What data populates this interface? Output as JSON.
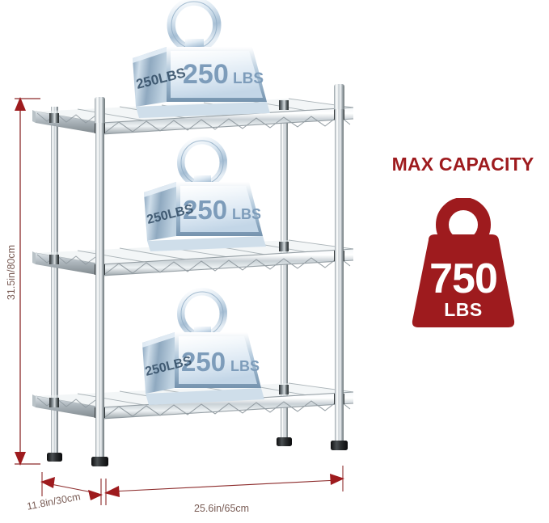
{
  "background_color": "#ffffff",
  "accent_red": "#9e1b1e",
  "dim_line_color": "#8c2b2b",
  "dim_text_color": "#7a5d56",
  "product": {
    "name": "3-tier wire shelving unit",
    "finish": "chrome",
    "shelf_count": 3
  },
  "capacity_panel": {
    "title": "MAX CAPACITY",
    "icon_name": "weight-icon",
    "total_value": "750",
    "total_unit": "LBS"
  },
  "shelf_weights": [
    {
      "position": "top",
      "value": "250",
      "unit": "LBS",
      "label": "250LBS"
    },
    {
      "position": "middle",
      "value": "250",
      "unit": "LBS",
      "label": "250LBS"
    },
    {
      "position": "bottom",
      "value": "250",
      "unit": "LBS",
      "label": "250LBS"
    }
  ],
  "dimensions": {
    "height": "31.5in/80cm",
    "depth": "11.8in/30cm",
    "width": "25.6in/65cm"
  }
}
